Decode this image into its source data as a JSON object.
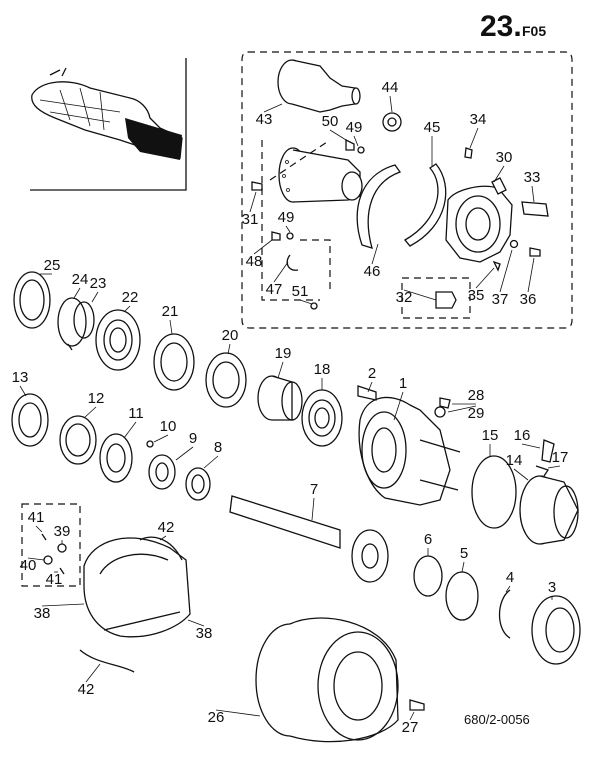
{
  "header": {
    "page_number": "23.",
    "section_code": "F05"
  },
  "drawing_number": "680/2-0056",
  "callouts": [
    {
      "id": "c1",
      "text": "1"
    },
    {
      "id": "c2",
      "text": "2"
    },
    {
      "id": "c3",
      "text": "3"
    },
    {
      "id": "c4",
      "text": "4"
    },
    {
      "id": "c5",
      "text": "5"
    },
    {
      "id": "c6",
      "text": "6"
    },
    {
      "id": "c7",
      "text": "7"
    },
    {
      "id": "c8",
      "text": "8"
    },
    {
      "id": "c9",
      "text": "9"
    },
    {
      "id": "c10",
      "text": "10"
    },
    {
      "id": "c11",
      "text": "11"
    },
    {
      "id": "c12",
      "text": "12"
    },
    {
      "id": "c13",
      "text": "13"
    },
    {
      "id": "c14",
      "text": "14"
    },
    {
      "id": "c15",
      "text": "15"
    },
    {
      "id": "c16",
      "text": "16"
    },
    {
      "id": "c17",
      "text": "17"
    },
    {
      "id": "c18",
      "text": "18"
    },
    {
      "id": "c19",
      "text": "19"
    },
    {
      "id": "c20",
      "text": "20"
    },
    {
      "id": "c21",
      "text": "21"
    },
    {
      "id": "c22",
      "text": "22"
    },
    {
      "id": "c23",
      "text": "23"
    },
    {
      "id": "c24",
      "text": "24"
    },
    {
      "id": "c25",
      "text": "25"
    },
    {
      "id": "c26",
      "text": "26"
    },
    {
      "id": "c27",
      "text": "27"
    },
    {
      "id": "c28",
      "text": "28"
    },
    {
      "id": "c29",
      "text": "29"
    },
    {
      "id": "c30",
      "text": "30"
    },
    {
      "id": "c31",
      "text": "31"
    },
    {
      "id": "c32",
      "text": "32"
    },
    {
      "id": "c33",
      "text": "33"
    },
    {
      "id": "c34",
      "text": "34"
    },
    {
      "id": "c35",
      "text": "35"
    },
    {
      "id": "c36",
      "text": "36"
    },
    {
      "id": "c37",
      "text": "37"
    },
    {
      "id": "c38a",
      "text": "38"
    },
    {
      "id": "c38b",
      "text": "38"
    },
    {
      "id": "c39",
      "text": "39"
    },
    {
      "id": "c40",
      "text": "40"
    },
    {
      "id": "c41a",
      "text": "41"
    },
    {
      "id": "c41b",
      "text": "41"
    },
    {
      "id": "c42a",
      "text": "42"
    },
    {
      "id": "c42b",
      "text": "42"
    },
    {
      "id": "c43",
      "text": "43"
    },
    {
      "id": "c44",
      "text": "44"
    },
    {
      "id": "c45",
      "text": "45"
    },
    {
      "id": "c46",
      "text": "46"
    },
    {
      "id": "c47",
      "text": "47"
    },
    {
      "id": "c48",
      "text": "48"
    },
    {
      "id": "c49a",
      "text": "49"
    },
    {
      "id": "c49b",
      "text": "49"
    },
    {
      "id": "c50",
      "text": "50"
    },
    {
      "id": "c51",
      "text": "51"
    }
  ]
}
